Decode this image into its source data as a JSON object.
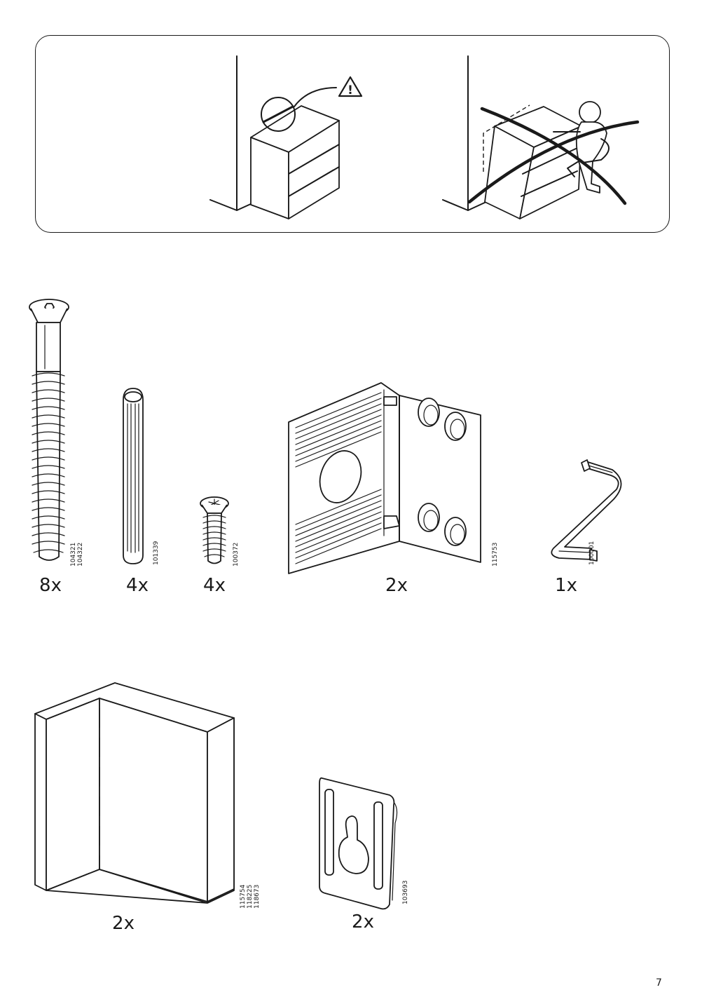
{
  "warning": {
    "symbol": "!"
  },
  "hardware": [
    {
      "id": "screw-long",
      "quantity": "8x",
      "codes": [
        "104321",
        "104322"
      ]
    },
    {
      "id": "dowel",
      "quantity": "4x",
      "codes": [
        "101339"
      ]
    },
    {
      "id": "screw-short",
      "quantity": "4x",
      "codes": [
        "100372"
      ]
    },
    {
      "id": "corner-bracket",
      "quantity": "2x",
      "codes": [
        "115753"
      ]
    },
    {
      "id": "allen-key",
      "quantity": "1x",
      "codes": [
        "100001"
      ]
    },
    {
      "id": "wall-block",
      "quantity": "2x",
      "codes": [
        "115754",
        "118225",
        "118673"
      ]
    },
    {
      "id": "hanging-plate",
      "quantity": "2x",
      "codes": [
        "103693"
      ]
    }
  ],
  "page": {
    "number": "7"
  }
}
